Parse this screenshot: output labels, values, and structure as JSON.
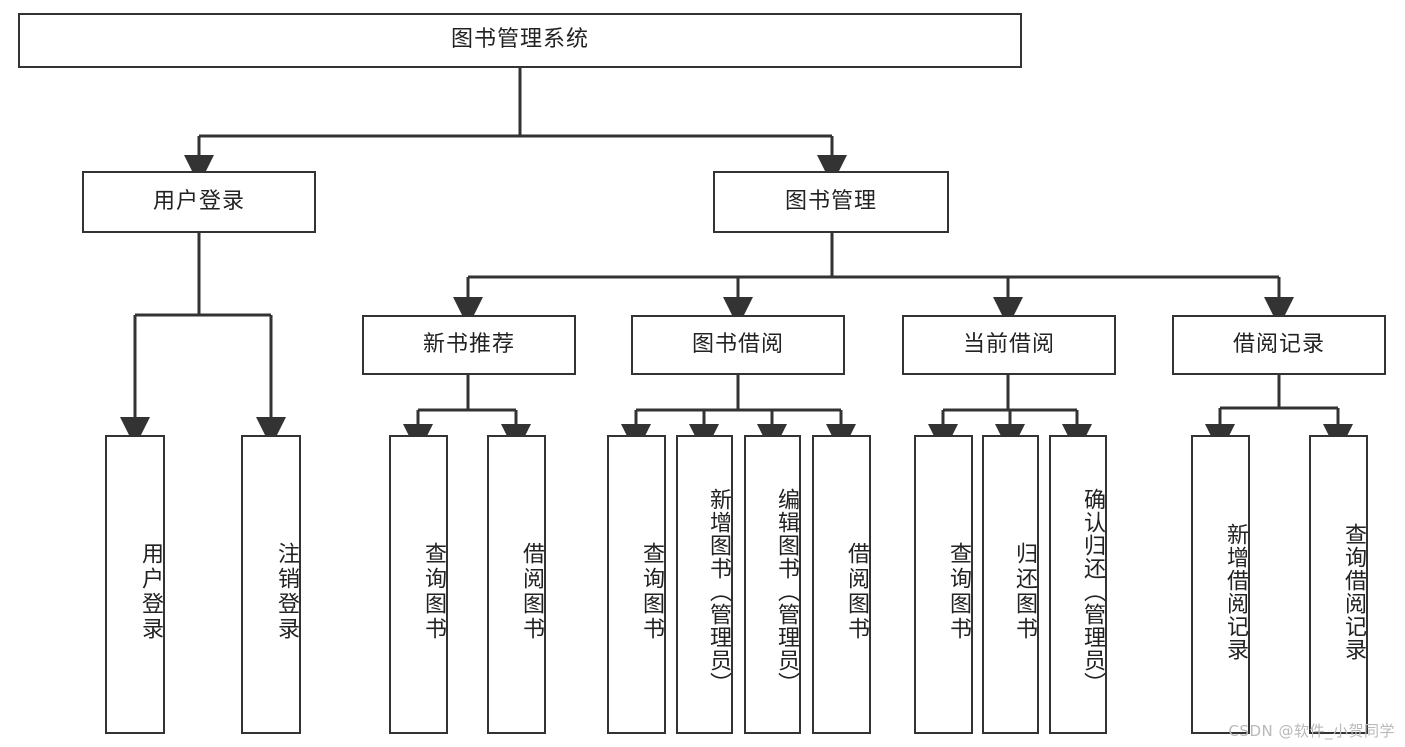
{
  "diagram": {
    "title": "图书管理系统",
    "type": "hierarchy-tree",
    "watermark": "CSDN @软件_小贺同学",
    "colors": {
      "border": "#333333",
      "background": "#ffffff",
      "text": "#222222",
      "watermark": "#b9b9b9"
    },
    "levels": {
      "level1": [
        {
          "id": "root",
          "label": "图书管理系统",
          "orientation": "horizontal"
        }
      ],
      "level2": [
        {
          "id": "user-login",
          "label": "用户登录",
          "orientation": "horizontal"
        },
        {
          "id": "book-management",
          "label": "图书管理",
          "orientation": "horizontal"
        }
      ],
      "level3": [
        {
          "id": "new-book-recommend",
          "label": "新书推荐",
          "orientation": "horizontal"
        },
        {
          "id": "book-borrow",
          "label": "图书借阅",
          "orientation": "horizontal"
        },
        {
          "id": "current-borrow",
          "label": "当前借阅",
          "orientation": "horizontal"
        },
        {
          "id": "borrow-record",
          "label": "借阅记录",
          "orientation": "horizontal"
        }
      ],
      "level4": [
        {
          "id": "leaf-user-login",
          "label": "用户登录",
          "parent": "user-login",
          "orientation": "vertical"
        },
        {
          "id": "leaf-logout-login",
          "label": "注销登录",
          "parent": "user-login",
          "orientation": "vertical"
        },
        {
          "id": "leaf-query-book-1",
          "label": "查询图书",
          "parent": "new-book-recommend",
          "orientation": "vertical"
        },
        {
          "id": "leaf-borrow-book-1",
          "label": "借阅图书",
          "parent": "new-book-recommend",
          "orientation": "vertical"
        },
        {
          "id": "leaf-query-book-2",
          "label": "查询图书",
          "parent": "book-borrow",
          "orientation": "vertical"
        },
        {
          "id": "leaf-add-book",
          "label": "新增图书（管理员）",
          "parent": "book-borrow",
          "orientation": "vertical"
        },
        {
          "id": "leaf-edit-book",
          "label": "编辑图书（管理员）",
          "parent": "book-borrow",
          "orientation": "vertical"
        },
        {
          "id": "leaf-borrow-book-2",
          "label": "借阅图书",
          "parent": "book-borrow",
          "orientation": "vertical"
        },
        {
          "id": "leaf-query-book-3",
          "label": "查询图书",
          "parent": "current-borrow",
          "orientation": "vertical"
        },
        {
          "id": "leaf-return-book",
          "label": "归还图书",
          "parent": "current-borrow",
          "orientation": "vertical"
        },
        {
          "id": "leaf-confirm-return",
          "label": "确认归还（管理员）",
          "parent": "current-borrow",
          "orientation": "vertical"
        },
        {
          "id": "leaf-add-record",
          "label": "新增借阅记录",
          "parent": "borrow-record",
          "orientation": "vertical"
        },
        {
          "id": "leaf-query-record",
          "label": "查询借阅记录",
          "parent": "borrow-record",
          "orientation": "vertical"
        }
      ]
    },
    "edges": [
      {
        "from": "root",
        "to": "user-login"
      },
      {
        "from": "root",
        "to": "book-management"
      },
      {
        "from": "user-login",
        "to": "leaf-user-login"
      },
      {
        "from": "user-login",
        "to": "leaf-logout-login"
      },
      {
        "from": "book-management",
        "to": "new-book-recommend"
      },
      {
        "from": "book-management",
        "to": "book-borrow"
      },
      {
        "from": "book-management",
        "to": "current-borrow"
      },
      {
        "from": "book-management",
        "to": "borrow-record"
      },
      {
        "from": "new-book-recommend",
        "to": "leaf-query-book-1"
      },
      {
        "from": "new-book-recommend",
        "to": "leaf-borrow-book-1"
      },
      {
        "from": "book-borrow",
        "to": "leaf-query-book-2"
      },
      {
        "from": "book-borrow",
        "to": "leaf-add-book"
      },
      {
        "from": "book-borrow",
        "to": "leaf-edit-book"
      },
      {
        "from": "book-borrow",
        "to": "leaf-borrow-book-2"
      },
      {
        "from": "current-borrow",
        "to": "leaf-query-book-3"
      },
      {
        "from": "current-borrow",
        "to": "leaf-return-book"
      },
      {
        "from": "current-borrow",
        "to": "leaf-confirm-return"
      },
      {
        "from": "borrow-record",
        "to": "leaf-add-record"
      },
      {
        "from": "borrow-record",
        "to": "leaf-query-record"
      }
    ]
  }
}
